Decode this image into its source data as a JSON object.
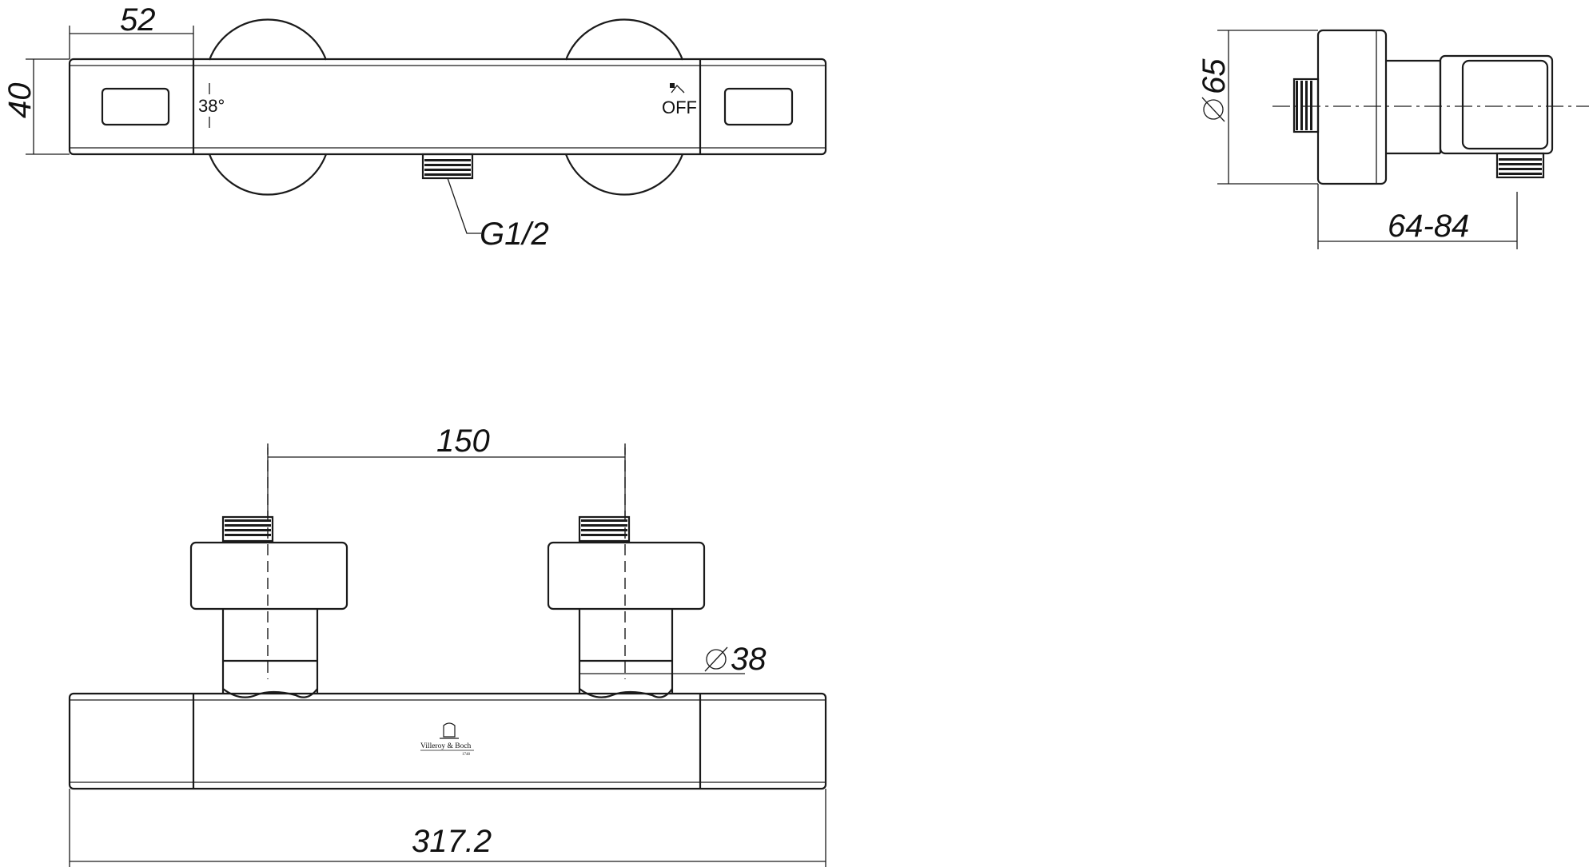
{
  "top_view": {
    "dim_width": "52",
    "dim_height": "40",
    "label_temp": "38°",
    "label_off": "OFF",
    "label_thread": "G1/2"
  },
  "side_view": {
    "dim_diameter": "65",
    "dim_depth": "64-84"
  },
  "front_view": {
    "dim_spacing": "150",
    "dim_diameter": "38",
    "dim_length": "317.2",
    "brand_name": "Villeroy & Boch",
    "brand_year": "1748"
  }
}
